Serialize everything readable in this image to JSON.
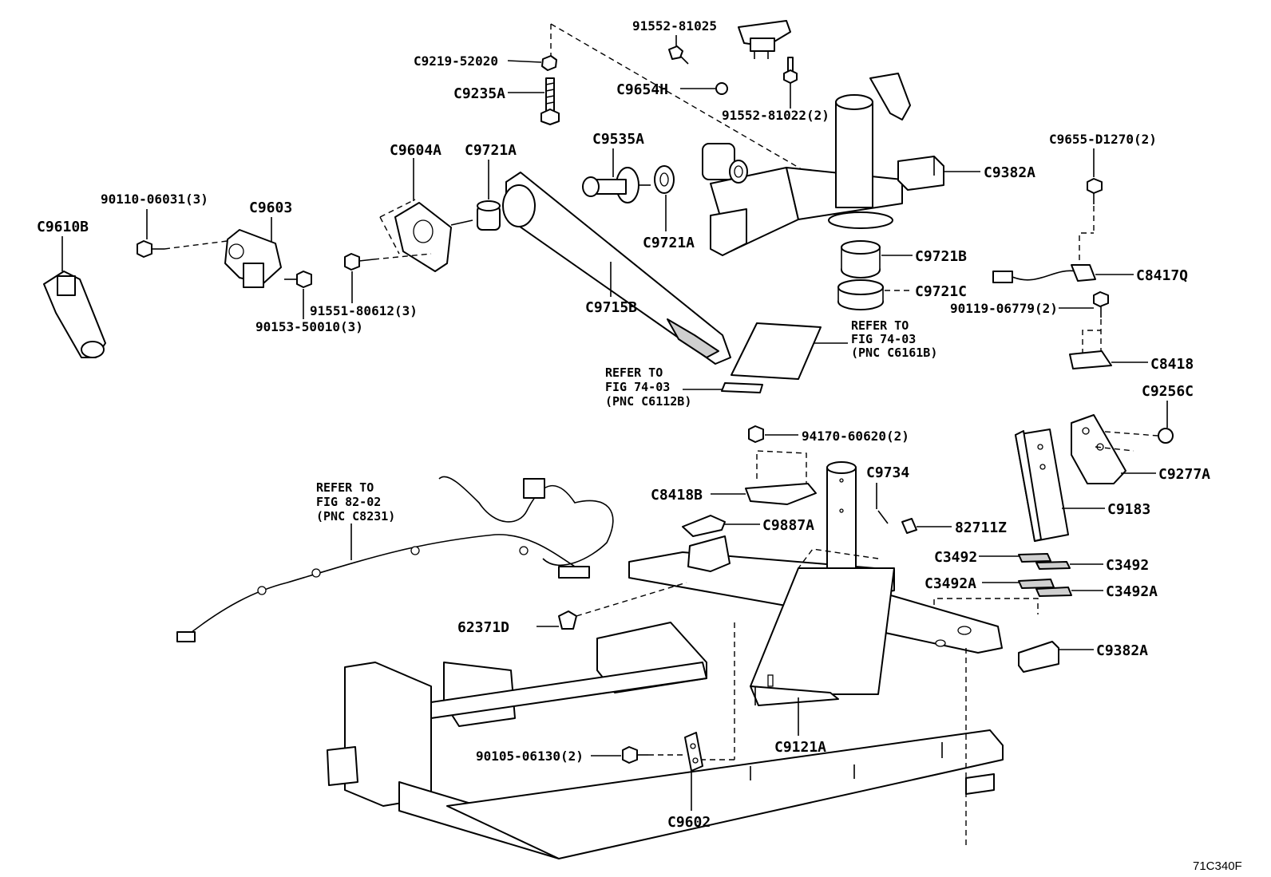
{
  "diagram_code": "71C340F",
  "labels": {
    "c9219_52020": "C9219-52020",
    "c9235a": "C9235A",
    "p91552_81025": "91552-81025",
    "c9654h": "C9654H",
    "p91552_81022": "91552-81022(2)",
    "c9604a": "C9604A",
    "c9721a_top": "C9721A",
    "c9535a": "C9535A",
    "c9721a_low": "C9721A",
    "c9382a_top": "C9382A",
    "c9655_d1270": "C9655-D1270(2)",
    "p90110_06031": "90110-06031(3)",
    "c9603": "C9603",
    "c9610b": "C9610B",
    "c9721b": "C9721B",
    "c9721c": "C9721C",
    "c8417q": "C8417Q",
    "c9715b": "C9715B",
    "p91551_80612": "91551-80612(3)",
    "p90153_50010": "90153-50010(3)",
    "p90119_06779": "90119-06779(2)",
    "c8418": "C8418",
    "c9256c": "C9256C",
    "p94170_60620": "94170-60620(2)",
    "c9734": "C9734",
    "c9277a": "C9277A",
    "c8418b": "C8418B",
    "c9183": "C9183",
    "c9887a": "C9887A",
    "p82711z": "82711Z",
    "c3492_left": "C3492",
    "c3492_right": "C3492",
    "c3492a_left": "C3492A",
    "c3492a_right": "C3492A",
    "p62371d": "62371D",
    "c9382a_low": "C9382A",
    "c9121a": "C9121A",
    "p90105_06130": "90105-06130(2)",
    "c9602": "C9602"
  },
  "refs": {
    "fig74_c6161b": [
      "REFER TO",
      "FIG 74-03",
      "(PNC C6161B)"
    ],
    "fig74_c6112b": [
      "REFER TO",
      "FIG 74-03",
      "(PNC C6112B)"
    ],
    "fig82_c8231": [
      "REFER TO",
      "FIG 82-02",
      "(PNC C8231)"
    ]
  }
}
